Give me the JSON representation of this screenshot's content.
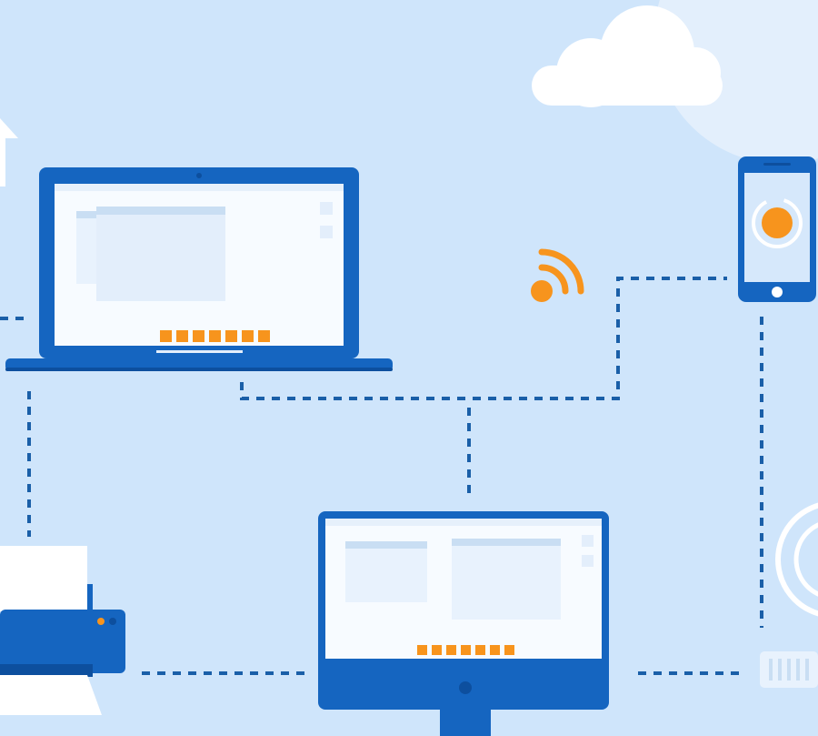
{
  "illustration": {
    "subject": "network-devices",
    "devices": [
      "laptop",
      "smartphone",
      "desktop-monitor",
      "printer",
      "server"
    ],
    "colors": {
      "background": "#cfe5fb",
      "background_light": "#e6f1fd",
      "device_blue": "#1565c0",
      "device_blue_dark": "#0d4f9e",
      "screen": "#f7fbff",
      "window_panel": "#e8f2fd",
      "window_header": "#c9def3",
      "accent_orange": "#f7941d",
      "cloud": "#ffffff",
      "dotted_line": "#1a5fa8"
    },
    "laptop_taskbar_items": 7,
    "monitor_taskbar_items": 7
  }
}
